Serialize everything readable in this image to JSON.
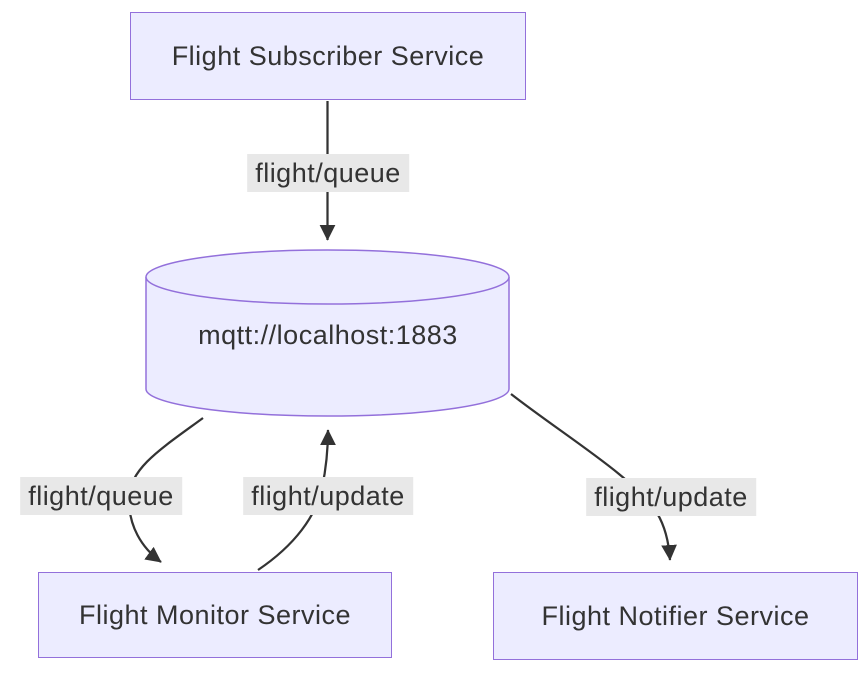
{
  "diagram": {
    "type": "flowchart",
    "nodes": {
      "subscriber": {
        "label": "Flight Subscriber Service",
        "shape": "rect"
      },
      "broker": {
        "label": "mqtt://localhost:1883",
        "shape": "cylinder"
      },
      "monitor": {
        "label": "Flight Monitor Service",
        "shape": "rect"
      },
      "notifier": {
        "label": "Flight Notifier Service",
        "shape": "rect"
      }
    },
    "edges": [
      {
        "from": "subscriber",
        "to": "broker",
        "label": "flight/queue"
      },
      {
        "from": "broker",
        "to": "monitor",
        "label": "flight/queue"
      },
      {
        "from": "monitor",
        "to": "broker",
        "label": "flight/update"
      },
      {
        "from": "broker",
        "to": "notifier",
        "label": "flight/update"
      }
    ],
    "colors": {
      "node_fill": "#ECECFF",
      "node_border": "#9370DB",
      "edge_stroke": "#333333",
      "edge_label_bg": "#e8e8e8",
      "text": "#333333",
      "background": "#ffffff"
    }
  }
}
